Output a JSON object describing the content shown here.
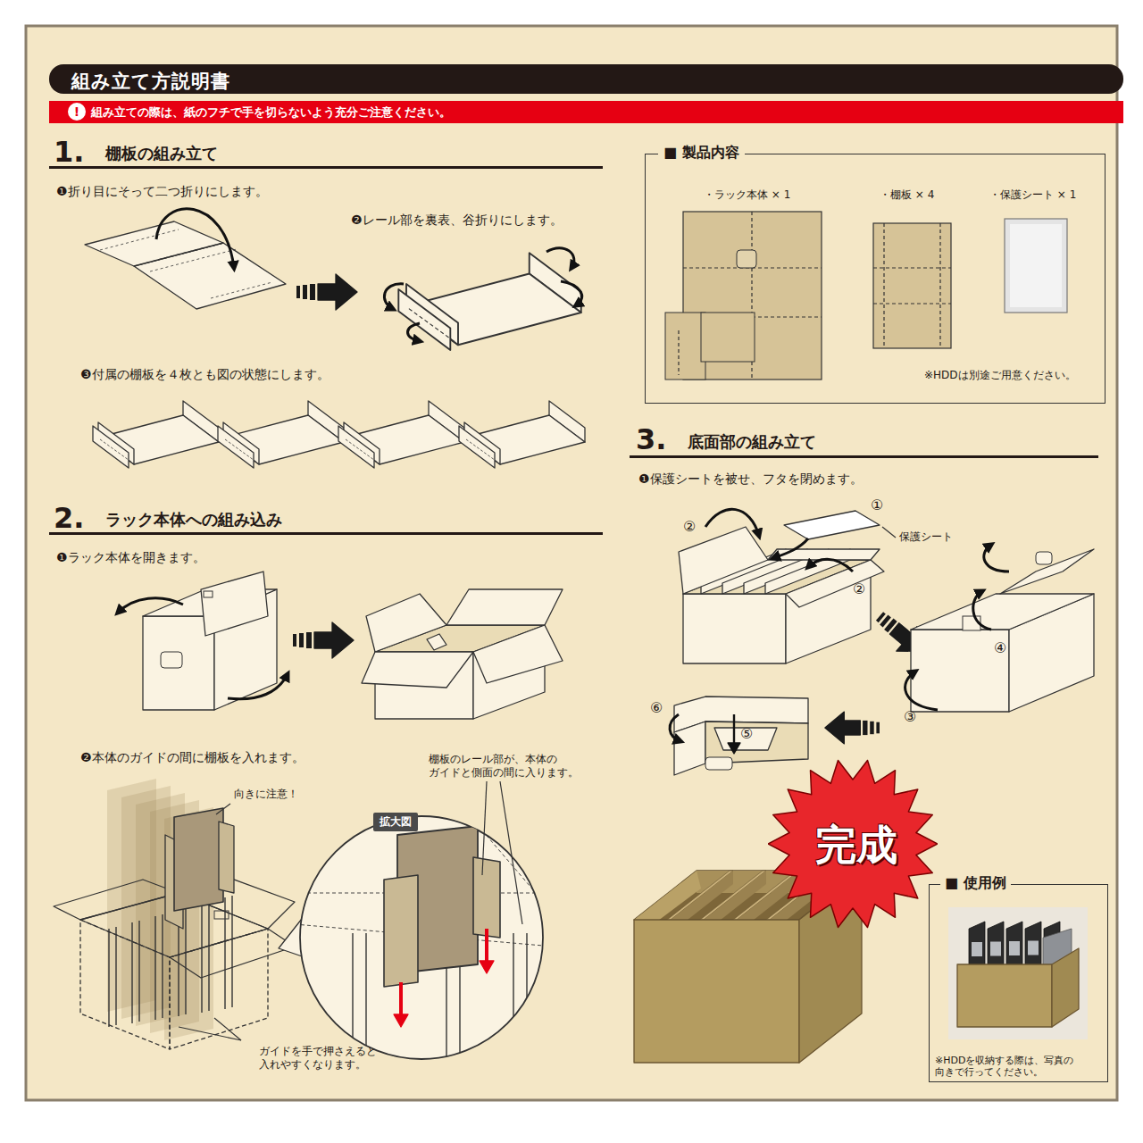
{
  "diagram": {
    "title": "組み立て方説明書",
    "nodes": [
      {
        "text": [
          "組み立ての際は、紙のフチで手を切らないよう充分ご注意ください。"
        ]
      },
      {
        "text": [
          "■ 製品内容"
        ]
      },
      {
        "text": [
          "拡大図"
        ]
      },
      {
        "text": [
          "完成"
        ]
      },
      {
        "text": [
          "■ 使用例",
          "※HDDを収納する際は、写真の 向きで行ってください。"
        ]
      }
    ],
    "labels": [
      "!",
      "1.",
      "棚板の組み立て",
      "❶折り目にそって二つ折りにします。",
      "❷レール部を裏表、谷折りにします。",
      "❸付属の棚板を４枚とも図の状態にします。",
      "2.",
      "ラック本体への組み込み",
      "❶ラック本体を開きます。",
      "❷本体のガイドの間に棚板を入れます。",
      "向きに注意！",
      "棚板のレール部が、本体の ガイドと側面の間に入ります。",
      "ガイドを手で押さえると 入れやすくなります。",
      "・ラック本体 × 1",
      "・棚板 × 4",
      "・保護シート × 1",
      "※HDDは別途ご用意ください。",
      "3.",
      "底面部の組み立て",
      "❶保護シートを被せ、フタを閉めます。",
      "①",
      "保護シート",
      "②",
      "②",
      "④",
      "③",
      "⑥",
      "⑤"
    ]
  }
}
